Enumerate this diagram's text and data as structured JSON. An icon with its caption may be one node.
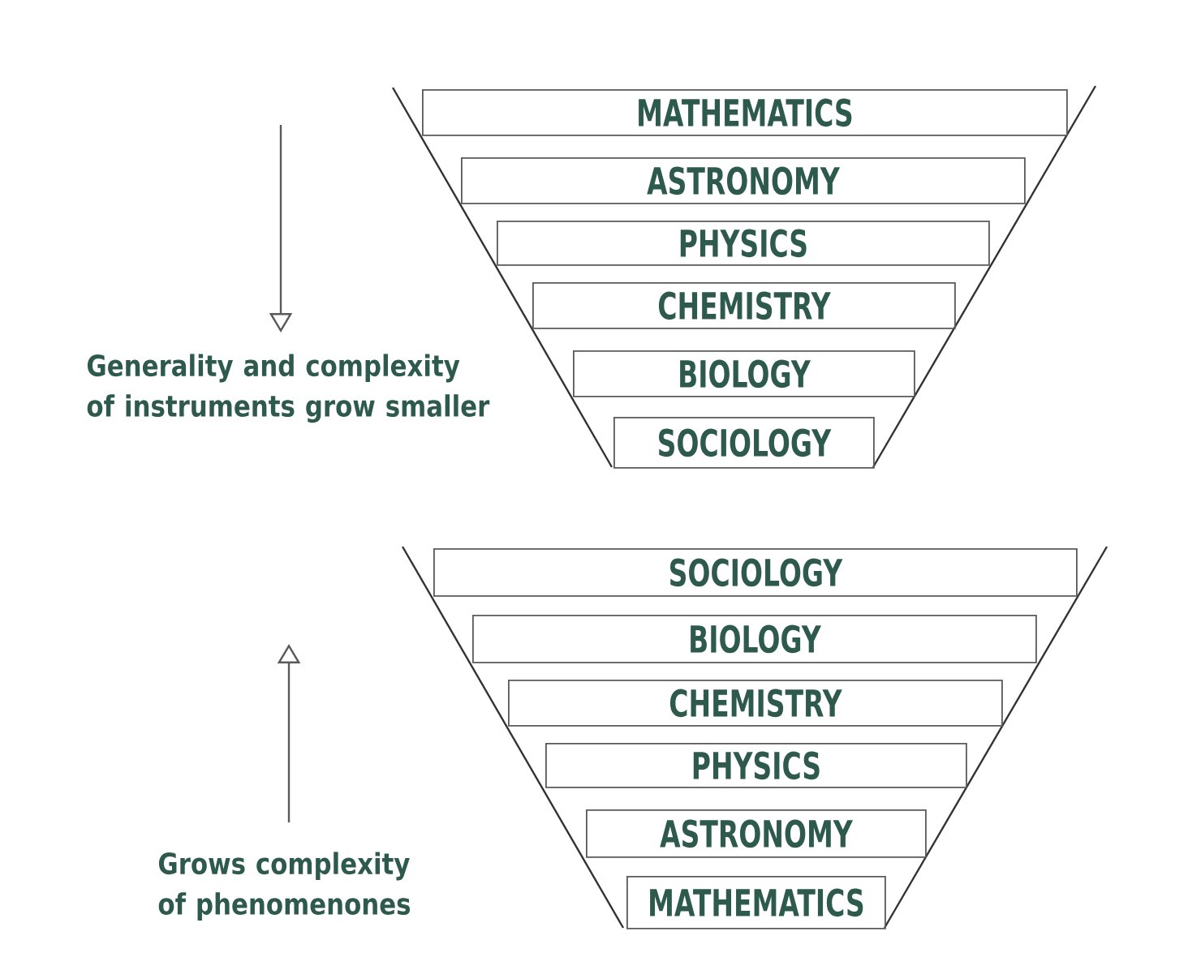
{
  "diagram": {
    "nodes": [
      {
        "text": [
          "MATHEMATICS"
        ]
      },
      {
        "text": [
          "ASTRONOMY"
        ]
      },
      {
        "text": [
          "PHYSICS"
        ]
      },
      {
        "text": [
          "CHEMISTRY"
        ]
      },
      {
        "text": [
          "BIOLOGY"
        ]
      },
      {
        "text": [
          "SOCIOLOGY"
        ]
      },
      {
        "text": [
          "SOCIOLOGY"
        ]
      },
      {
        "text": [
          "BIOLOGY"
        ]
      },
      {
        "text": [
          "CHEMISTRY"
        ]
      },
      {
        "text": [
          "PHYSICS"
        ]
      },
      {
        "text": [
          "ASTRONOMY"
        ]
      },
      {
        "text": [
          "MATHEMATICS"
        ]
      }
    ],
    "labels": [
      "Generality and complexity of instruments grow smaller",
      "Grows complexity of phenomenones"
    ]
  }
}
